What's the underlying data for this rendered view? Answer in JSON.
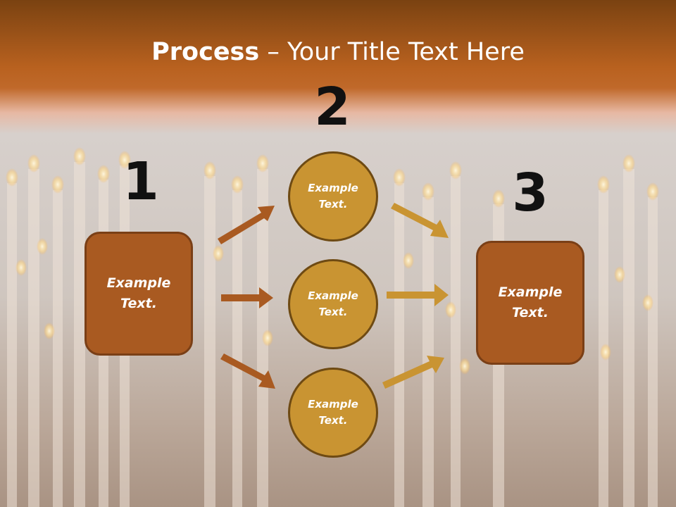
{
  "title": {
    "bold": "Process",
    "rest": " – Your Title Text Here"
  },
  "steps": [
    {
      "number": "1"
    },
    {
      "number": "2"
    },
    {
      "number": "3"
    }
  ],
  "source_box": {
    "label": "Example\nText."
  },
  "middle_circles": [
    {
      "label": "Example\nText."
    },
    {
      "label": "Example\nText."
    },
    {
      "label": "Example\nText."
    }
  ],
  "target_box": {
    "label": "Example\nText."
  },
  "colors": {
    "header": "#b8611f",
    "box_fill": "#a95a21",
    "circle_fill": "#c99432",
    "arrow_left": "#a95a21",
    "arrow_right": "#c99432"
  }
}
